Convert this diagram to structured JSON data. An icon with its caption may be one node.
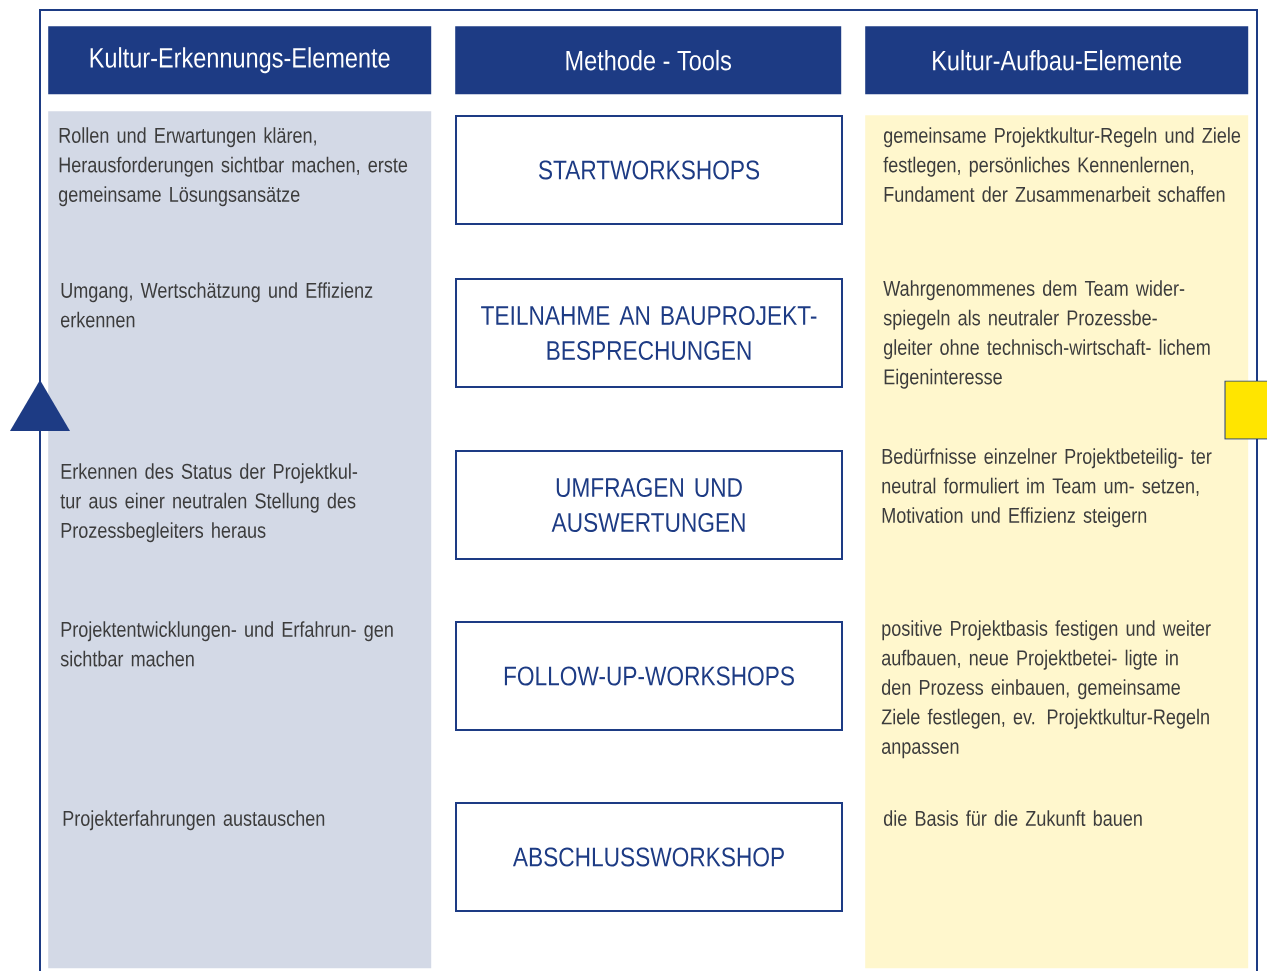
{
  "diagram": {
    "nodes": [
      {
        "text": [
          "Kultur-Erkennungs-Elemente"
        ]
      },
      {
        "text": [
          "Methode - Tools"
        ]
      },
      {
        "text": [
          "Kultur-Aufbau-Elemente"
        ]
      },
      {
        "text": [
          "Rollen und Erwartungen klären, Herausforderungen sichtbar machen, erste gemeinsame Lösungsansätze",
          "Umgang, Wertschätzung und Effizienz erkennen",
          "Erkennen des Status der Projektkul- tur aus einer neutralen Stellung des Prozessbegleiters heraus",
          "Projektentwicklungen- und Erfahrun- gen sichtbar machen",
          "Projekterfahrungen austauschen"
        ]
      },
      {
        "text": [
          "STARTWORKSHOPS"
        ]
      },
      {
        "text": [
          "TEILNAHME AN BAUPROJEKT- BESPRECHUNGEN"
        ]
      },
      {
        "text": [
          "UMFRAGEN UND AUSWERTUNGEN"
        ]
      },
      {
        "text": [
          "FOLLOW-UP-WORKSHOPS"
        ]
      },
      {
        "text": [
          "ABSCHLUSSWORKSHOP"
        ]
      },
      {
        "text": [
          "gemeinsame Projektkultur-Regeln und Ziele festlegen, persönliches Kennenlernen, Fundament der Zusammenarbeit schaffen",
          "Wahrgenommenes dem Team wider- spiegeln als neutraler Prozessbe- gleiter ohne technisch-wirtschaft- lichem Eigeninteresse",
          "Bedürfnisse einzelner Projektbeteilig- ter neutral formuliert im Team um- setzen, Motivation und Effizienz steigern",
          "positive Projektbasis festigen und weiter aufbauen, neue Projektbetei- ligte in den Prozess einbauen, gemeinsame Ziele festlegen, ev. Projektkultur-Regeln anpassen",
          "die Basis für die Zukunft bauen"
        ]
      }
    ]
  }
}
